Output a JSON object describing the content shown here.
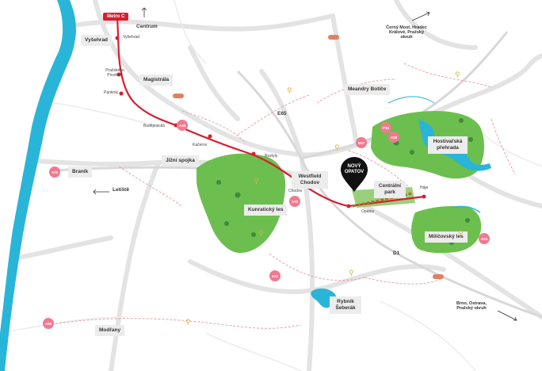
{
  "metro": {
    "line_label": "Metro C"
  },
  "directions": {
    "centrum": "Centrum",
    "north_east": "Černý Most, Hradec Králové, Pražský okruh",
    "south_east": "Brno, Ostrava, Pražský okruh",
    "letiste": "Letiště"
  },
  "stations": {
    "vysehrad": "Vyšehrad",
    "prazskeho_povstani": "Pražského Povstání",
    "pankrac": "Pankrác",
    "budejovicka": "Budějovická",
    "kacerov": "Kačerov",
    "roztyly": "Roztyly",
    "chodov": "Chodov",
    "opatov": "Opatov",
    "haje": "Háje"
  },
  "places": {
    "vysehrad": "Vyšehrad",
    "magistrala": "Magistrála",
    "meandry_botice": "Meandry Botiče",
    "e65": "E65",
    "jizni_spojka": "Jižní spojka",
    "branik": "Braník",
    "westfield_chodov": "Westfield Chodov",
    "kunraticky_les": "Kunratický les",
    "centralni_park": "Centrální park",
    "hostivarska_prehrada": "Hostivařská přehrada",
    "milicovsky_les": "Milíčovský les",
    "d1": "D1",
    "rybnik_sebernik": "Rybník Šeberák",
    "modrany": "Modřany"
  },
  "bus_badges": [
    "A40",
    "B47",
    "A70",
    "A20",
    "P10",
    "A24",
    "A32",
    "A06",
    "A28"
  ],
  "project": {
    "logo_text": "NOVÝ OPATOV"
  },
  "colors": {
    "metro": "#d81e2f",
    "park": "#6cbf4f",
    "water": "#29b5d8",
    "badge": "#f07a8f",
    "project_route": "#a7732e"
  },
  "icons": [
    "arrow-up-icon",
    "arrow-ne-icon",
    "arrow-se-icon",
    "arrow-left-icon",
    "car-icon",
    "bicycle-icon",
    "tree-icon",
    "location-pin-icon"
  ]
}
